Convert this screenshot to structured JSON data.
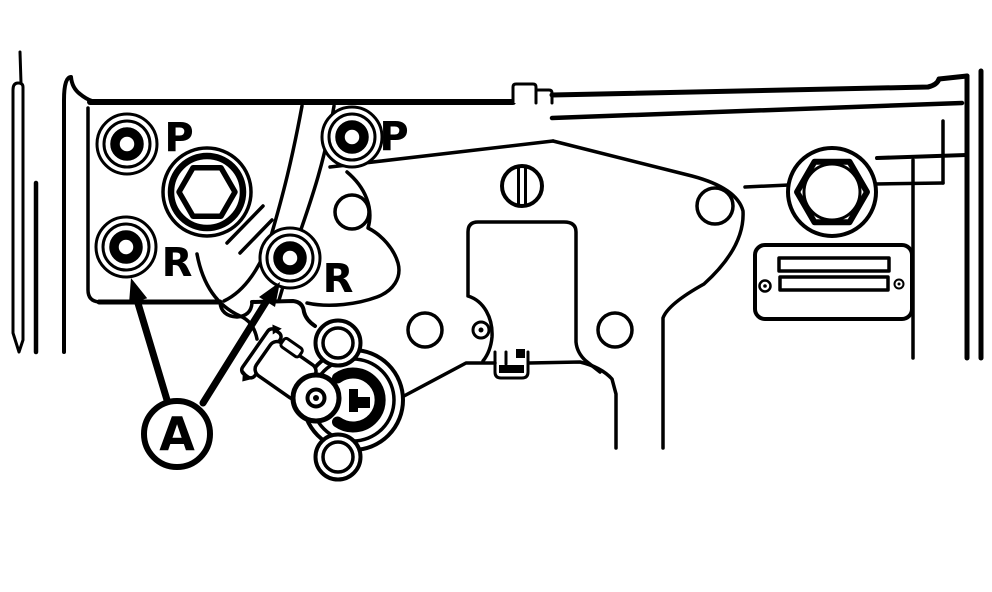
{
  "diagram": {
    "background": "#ffffff",
    "line_color": "#000000",
    "labels": {
      "port_p_left": "P",
      "port_p_right": "P",
      "port_r_left": "R",
      "port_r_right": "R",
      "callout_a": "A"
    }
  }
}
